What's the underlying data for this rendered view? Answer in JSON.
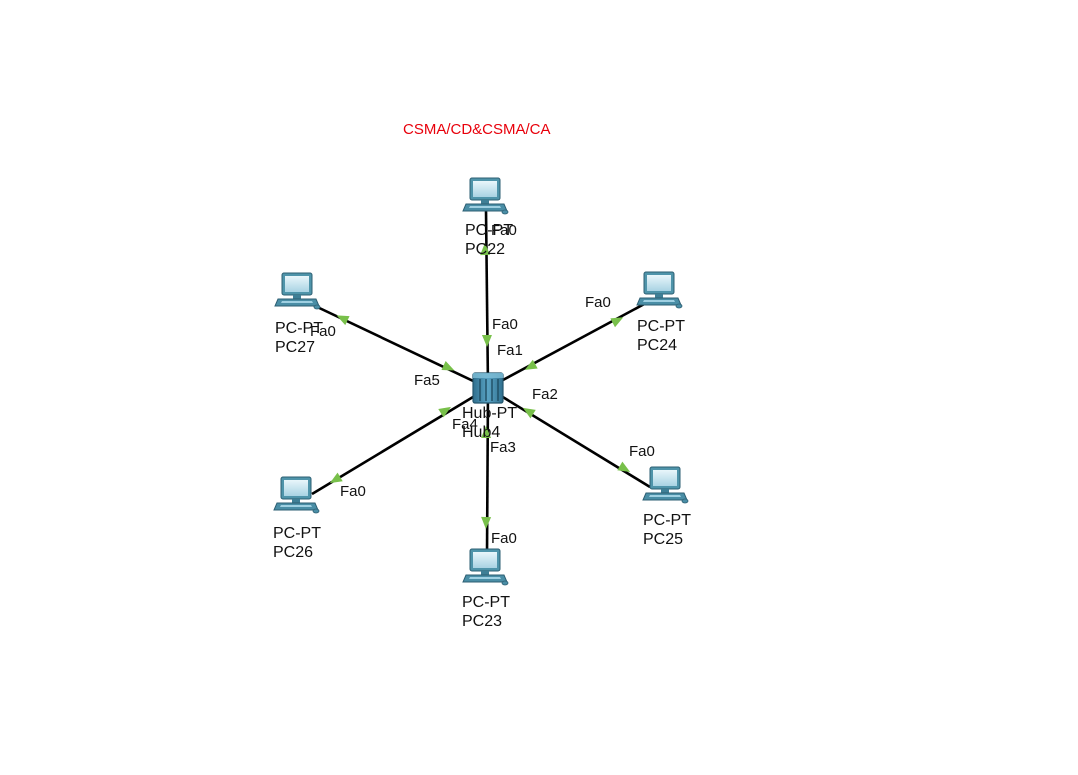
{
  "note": {
    "text": "CSMA/CD&CSMA/CA",
    "color": "#e8000b"
  },
  "colors": {
    "link": "#000000",
    "link_light": "#78c04a",
    "pc_body": "#4f94aa",
    "hub_body": "#3d87a8"
  },
  "hub": {
    "model": "Hub-PT",
    "name": "Hub4",
    "icon": "hub-icon"
  },
  "pcs": [
    {
      "id": "pc22",
      "model": "PC-PT",
      "name": "PC22",
      "icon": "pc-icon",
      "port": "Fa0",
      "hub_port": "Fa0"
    },
    {
      "id": "pc24",
      "model": "PC-PT",
      "name": "PC24",
      "icon": "pc-icon",
      "port": "Fa0",
      "hub_port": "Fa1"
    },
    {
      "id": "pc25",
      "model": "PC-PT",
      "name": "PC25",
      "icon": "pc-icon",
      "port": "Fa0",
      "hub_port": "Fa2"
    },
    {
      "id": "pc23",
      "model": "PC-PT",
      "name": "PC23",
      "icon": "pc-icon",
      "port": "Fa0",
      "hub_port": "Fa3"
    },
    {
      "id": "pc26",
      "model": "PC-PT",
      "name": "PC26",
      "icon": "pc-icon",
      "port": "Fa0",
      "hub_port": "Fa4"
    },
    {
      "id": "pc27",
      "model": "PC-PT",
      "name": "PC27",
      "icon": "pc-icon",
      "port": "Fa0",
      "hub_port": "Fa5"
    }
  ]
}
